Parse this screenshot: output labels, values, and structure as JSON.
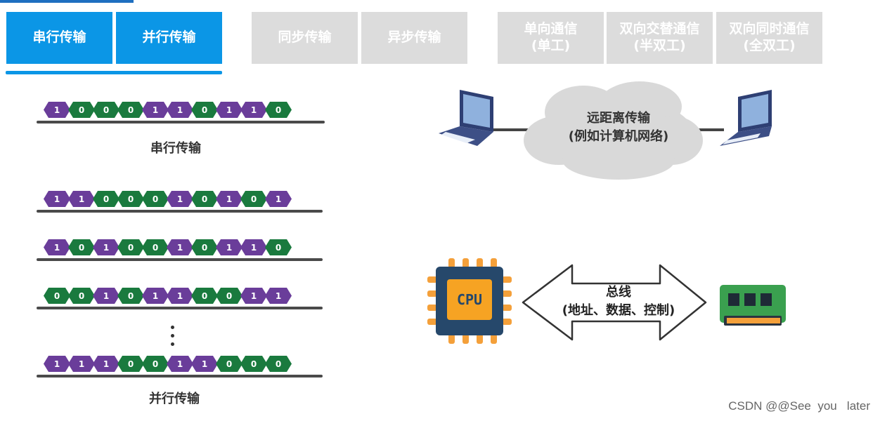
{
  "tabs": {
    "serial": {
      "label": "串行传输"
    },
    "parallel": {
      "label": "并行传输"
    },
    "sync": {
      "label": "同步传输"
    },
    "async": {
      "label": "异步传输"
    },
    "simplex": {
      "line1": "单向通信",
      "line2": "(单工)"
    },
    "half_duplex": {
      "line1": "双向交替通信",
      "line2": "(半双工)"
    },
    "full_duplex": {
      "line1": "双向同时通信",
      "line2": "(全双工)"
    }
  },
  "serial_section": {
    "bits": [
      "1",
      "0",
      "0",
      "0",
      "1",
      "1",
      "0",
      "1",
      "1",
      "0"
    ],
    "caption": "串行传输"
  },
  "parallel_section": {
    "rows": [
      [
        "1",
        "1",
        "0",
        "0",
        "0",
        "1",
        "0",
        "1",
        "0",
        "1"
      ],
      [
        "1",
        "0",
        "1",
        "0",
        "0",
        "1",
        "0",
        "1",
        "1",
        "0"
      ],
      [
        "0",
        "0",
        "1",
        "0",
        "1",
        "1",
        "0",
        "0",
        "1",
        "1"
      ],
      [
        "1",
        "1",
        "1",
        "0",
        "0",
        "1",
        "1",
        "0",
        "0",
        "0"
      ]
    ],
    "caption": "并行传输"
  },
  "network": {
    "line1": "远距离传输",
    "line2": "(例如计算机网络)"
  },
  "bus": {
    "chip_label": "CPU",
    "line1": "总线",
    "line2": "(地址、数据、控制)"
  },
  "colors": {
    "active_tab": "#0b96e6",
    "inactive_tab": "#dcdcdc",
    "bit_one": "#6a3d9a",
    "bit_zero": "#1a7a3e"
  },
  "watermark": "CSDN @@See  you   later"
}
